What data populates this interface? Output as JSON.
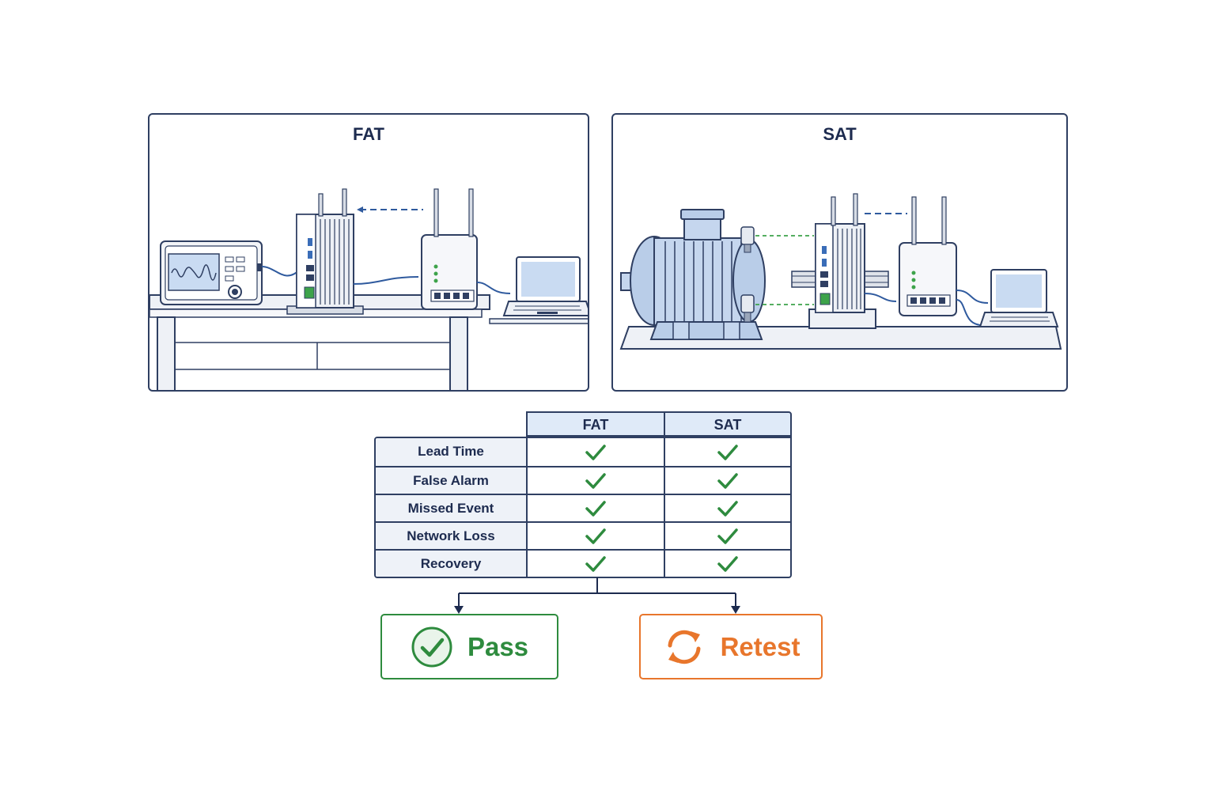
{
  "panels": {
    "fat": {
      "title": "FAT"
    },
    "sat": {
      "title": "SAT"
    }
  },
  "table": {
    "columns": [
      "FAT",
      "SAT"
    ],
    "rows": [
      {
        "label": "Lead Time",
        "fat": "check",
        "sat": "check"
      },
      {
        "label": "False Alarm",
        "fat": "check",
        "sat": "check"
      },
      {
        "label": "Missed Event",
        "fat": "check",
        "sat": "check"
      },
      {
        "label": "Network Loss",
        "fat": "check",
        "sat": "check"
      },
      {
        "label": "Recovery",
        "fat": "check",
        "sat": "check"
      }
    ]
  },
  "outcomes": {
    "pass": {
      "label": "Pass",
      "icon": "check-circle-icon",
      "color": "#2e8b3e"
    },
    "retest": {
      "label": "Retest",
      "icon": "refresh-icon",
      "color": "#e8762c"
    }
  },
  "colors": {
    "outline": "#2f3f62",
    "equipment_blue": "#b9cde8",
    "check_green": "#2e8b3e"
  }
}
